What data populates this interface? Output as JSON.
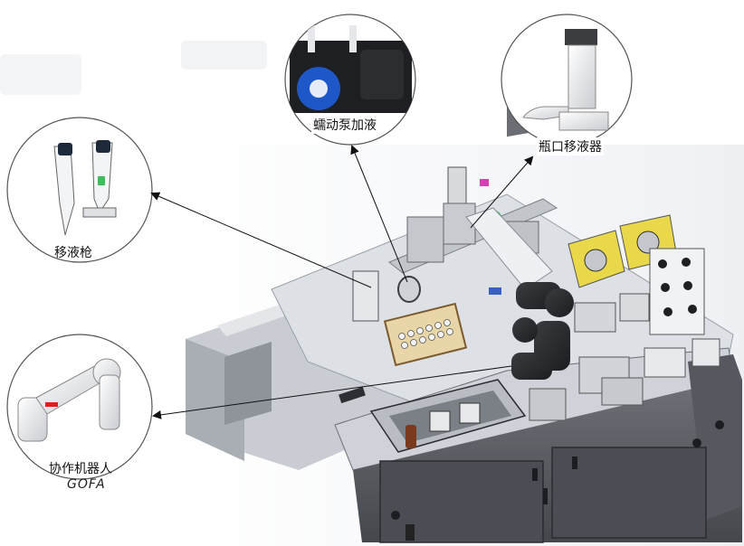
{
  "callouts": {
    "pipette": {
      "label": "移液枪"
    },
    "pump": {
      "label": "蠕动泵加液"
    },
    "dispenser": {
      "label": "瓶口移液器"
    },
    "robot": {
      "label": "协作机器人",
      "sublabel": "GOFA"
    }
  },
  "colors": {
    "frame": "#5a5d63",
    "panel": "#8c9096",
    "tabletop": "#dfe1e5",
    "yellow_module": "#e8d84a",
    "robot_arm": "#2a2c30",
    "arrow": "#111111",
    "circle_stroke": "#555555"
  }
}
